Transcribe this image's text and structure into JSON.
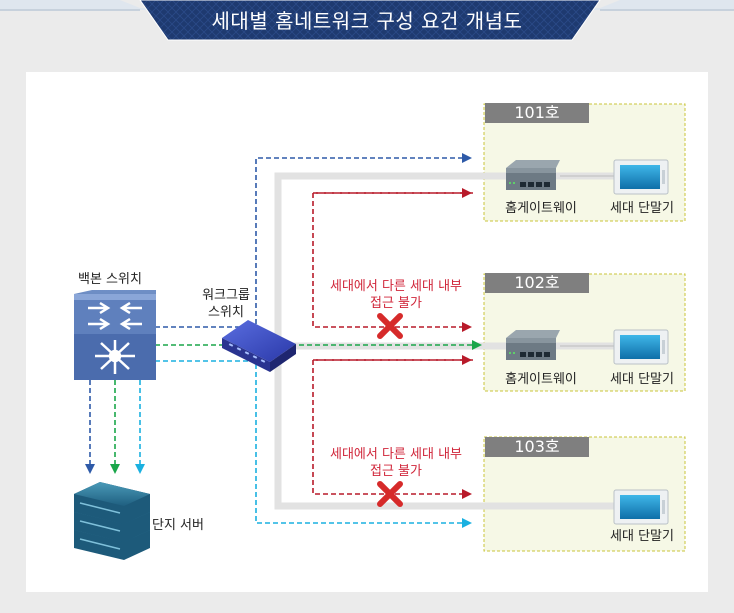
{
  "title": "세대별 홈네트워크 구성 요건 개념도",
  "nodes": {
    "backbone_switch": "백본 스위치",
    "workgroup_switch_line1": "워크그룹",
    "workgroup_switch_line2": "스위치",
    "complex_server": "단지 서버"
  },
  "units": [
    {
      "name": "101호",
      "gateway": "홈게이트웨이",
      "terminal": "세대 단말기"
    },
    {
      "name": "102호",
      "gateway": "홈게이트웨이",
      "terminal": "세대 단말기"
    },
    {
      "name": "103호",
      "terminal": "세대 단말기"
    }
  ],
  "blocked_notes": [
    {
      "line1": "세대에서 다른 세대 내부",
      "line2": "접근 불가"
    },
    {
      "line1": "세대에서 다른 세대 내부",
      "line2": "접근 불가"
    }
  ],
  "colors": {
    "blue_dashed": "#2e5aa8",
    "red_dashed": "#b81a2a",
    "green_dashed": "#1aa64a",
    "cyan_dashed": "#1ab0e0",
    "title_bar": "#1b3566"
  }
}
